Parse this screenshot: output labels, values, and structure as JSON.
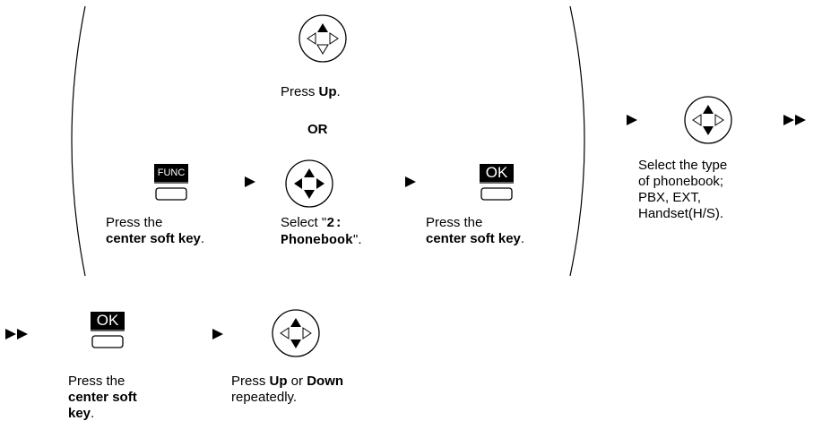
{
  "step1": {
    "nav_caption_prefix": "Press ",
    "nav_caption_bold": "Up",
    "nav_caption_suffix": ".",
    "or_label": "OR"
  },
  "step_func": {
    "key_label": "FUNC",
    "line1": "Press the",
    "line2_bold": "center soft key",
    "line2_suffix": "."
  },
  "step_select": {
    "line1_prefix": "Select \"",
    "line1_code": "2:",
    "line2_code": "Phonebook",
    "line2_suffix": "\"."
  },
  "step_ok1": {
    "key_label": "OK",
    "line1": "Press the",
    "line2_bold": "center soft key",
    "line2_suffix": "."
  },
  "step_type": {
    "lines": [
      "Select the type",
      "of phonebook;",
      "PBX, EXT,",
      "Handset(H/S)."
    ]
  },
  "step_ok2": {
    "key_label": "OK",
    "line1": "Press the",
    "line2_bold": "center soft",
    "line3_bold": "key",
    "line3_suffix": "."
  },
  "step_repeat": {
    "line1_prefix": "Press ",
    "line1_bold1": "Up",
    "line1_mid": " or ",
    "line1_bold2": "Down",
    "line2": "repeatedly."
  },
  "icons": {
    "nav_key": "navigator-key-icon",
    "soft_key": "soft-key-icon",
    "arrow": "single-arrow-icon",
    "double_arrow": "double-arrow-icon"
  }
}
